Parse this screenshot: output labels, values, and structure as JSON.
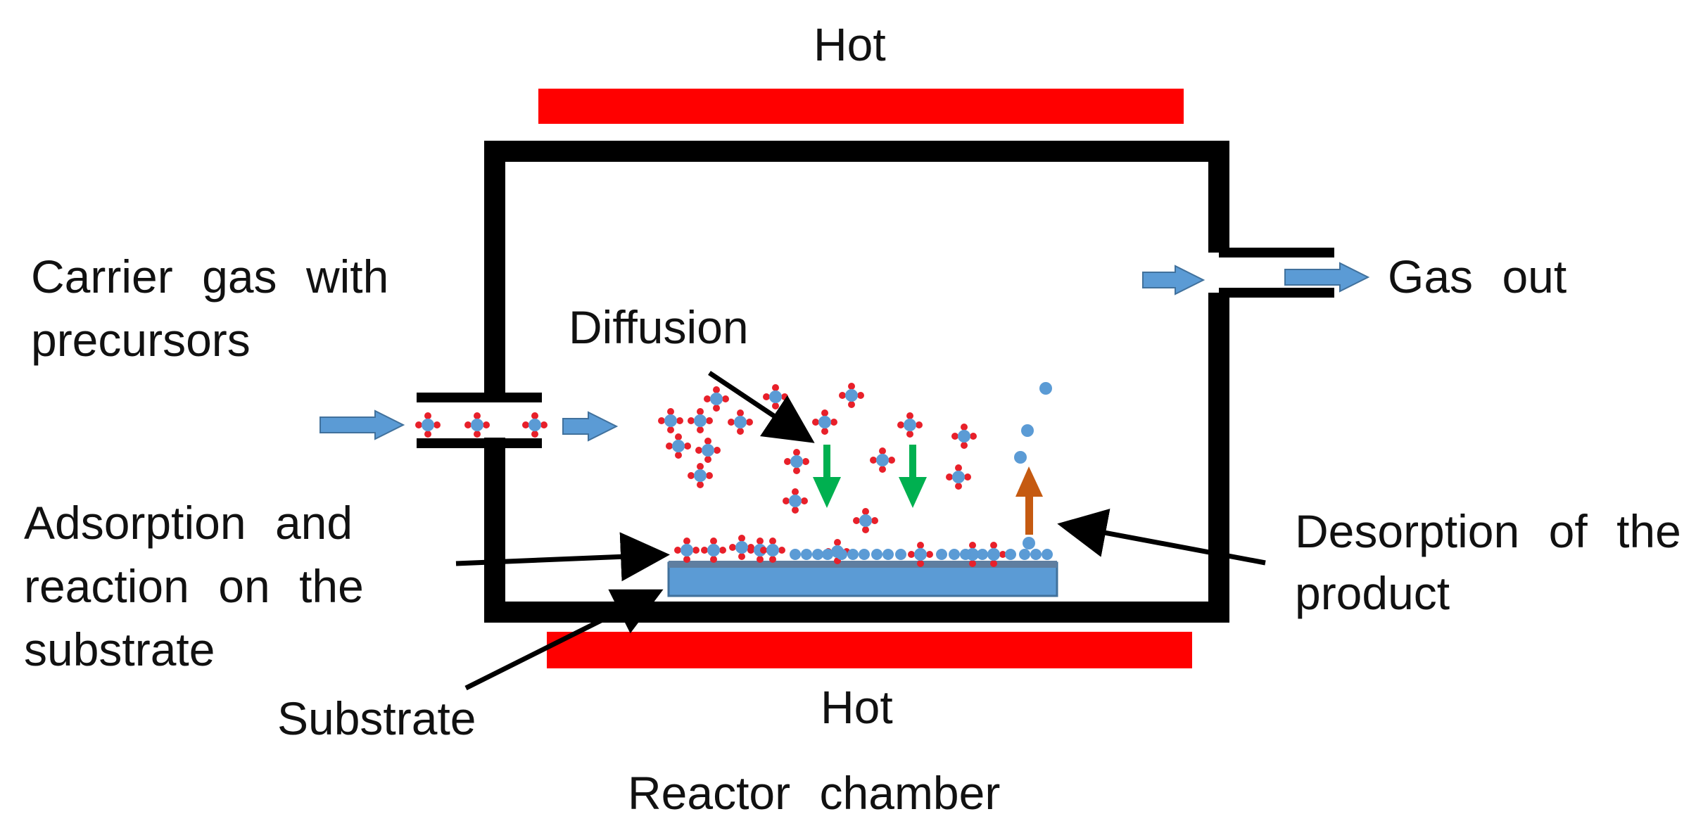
{
  "labels": {
    "hot_top": "Hot",
    "hot_bottom": "Hot",
    "carrier_line1": "Carrier gas with",
    "carrier_line2": "precursors",
    "gas_out": "Gas out",
    "diffusion": "Diffusion",
    "adsorption_line1": "Adsorption and",
    "adsorption_line2": "reaction on the",
    "adsorption_line3": "substrate",
    "desorption_line1": "Desorption of the",
    "desorption_line2": "product",
    "substrate": "Substrate",
    "caption": "Reactor chamber"
  },
  "colors": {
    "heater": "#ff0000",
    "chamber_wall": "#000000",
    "flow_arrow": "#5b9bd5",
    "molecule_core": "#5b9bd5",
    "precursor_ligand": "#e8202a",
    "diffusion_arrow": "#00b050",
    "desorption_arrow": "#c55a11",
    "substrate_fill": "#5b9bd5",
    "substrate_border": "#41719c"
  }
}
